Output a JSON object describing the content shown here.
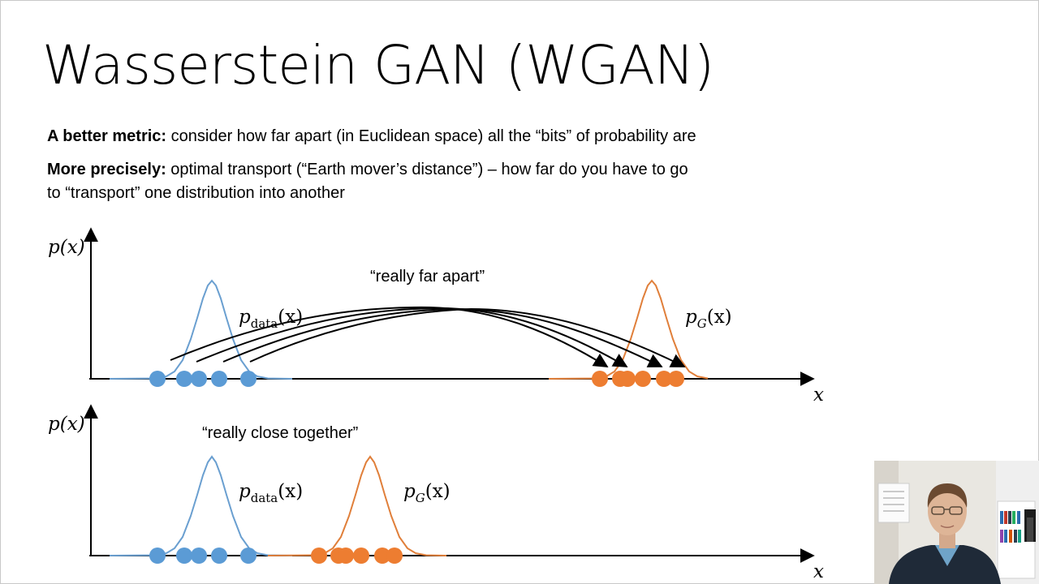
{
  "slide": {
    "title": "Wasserstein GAN (WGAN)",
    "line1_bold": "A better metric:",
    "line1_rest": " consider how far apart (in Euclidean space) all the “bits” of probability are",
    "line2_bold": "More precisely:",
    "line2_rest": " optimal transport (“Earth mover’s distance”) – how far do you have to go",
    "line3": "to “transport” one distribution into another"
  },
  "panels": [
    {
      "y_label": "p(x)",
      "x_label": "x",
      "annotation": "“really far apart”",
      "data_label": {
        "main": "p",
        "sub": "data",
        "arg": "(x)"
      },
      "gen_label": {
        "main": "p",
        "sub": "G",
        "arg": "(x)"
      }
    },
    {
      "y_label": "p(x)",
      "x_label": "x",
      "annotation": "“really close together”",
      "data_label": {
        "main": "p",
        "sub": "data",
        "arg": "(x)"
      },
      "gen_label": {
        "main": "p",
        "sub": "G",
        "arg": "(x)"
      }
    }
  ],
  "colors": {
    "data": "#5b9bd5",
    "data_curve": "#6a9fd0",
    "generated": "#ed7d31",
    "generated_curve": "#e07f3a",
    "axis": "#000000"
  },
  "webcam": {
    "description": "presenter-webcam"
  }
}
